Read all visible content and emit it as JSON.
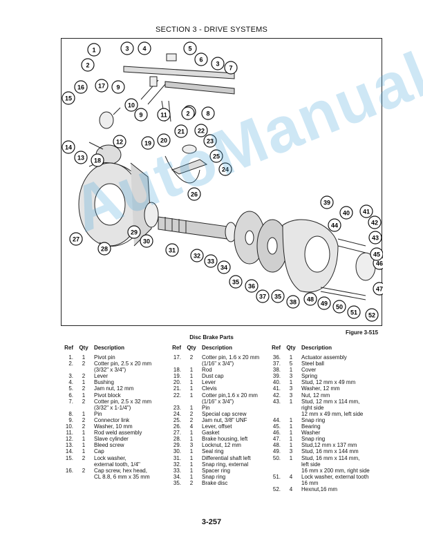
{
  "header": {
    "section": "SECTION 3 - DRIVE SYSTEMS"
  },
  "figure": {
    "label": "Figure 3-515",
    "callouts": [
      "1",
      "2",
      "3",
      "4",
      "5",
      "6",
      "3",
      "7",
      "2",
      "16",
      "17",
      "9",
      "15",
      "10",
      "9",
      "11",
      "2",
      "8",
      "14",
      "13",
      "18",
      "12",
      "19",
      "20",
      "21",
      "22",
      "23",
      "25",
      "24",
      "26",
      "39",
      "40",
      "41",
      "42",
      "43",
      "44",
      "46",
      "45",
      "47",
      "27",
      "28",
      "29",
      "30",
      "31",
      "32",
      "33",
      "34",
      "35",
      "36",
      "37",
      "35",
      "38",
      "48",
      "49",
      "50",
      "51",
      "52"
    ]
  },
  "watermark": "AutoManual",
  "table": {
    "title": "Disc Brake Parts",
    "headers": {
      "ref": "Ref",
      "qty": "Qty",
      "desc": "Description"
    },
    "col1": [
      {
        "ref": "1.",
        "qty": "1",
        "desc": "Pivot pin"
      },
      {
        "ref": "2.",
        "qty": "2",
        "desc": "Cotter pin, 2.5 x 20 mm"
      },
      {
        "ref": "",
        "qty": "",
        "desc": "(3/32\" x 3/4\")"
      },
      {
        "ref": "3.",
        "qty": "2",
        "desc": "Lever"
      },
      {
        "ref": "4.",
        "qty": "1",
        "desc": "Bushing"
      },
      {
        "ref": "5.",
        "qty": "2",
        "desc": "Jam nut, 12 mm"
      },
      {
        "ref": "6.",
        "qty": "1",
        "desc": "Pivot block"
      },
      {
        "ref": "7.",
        "qty": "2",
        "desc": "Cotter pin, 2.5 x 32 mm"
      },
      {
        "ref": "",
        "qty": "",
        "desc": "(3/32\" x 1-1/4\")"
      },
      {
        "ref": "8.",
        "qty": "1",
        "desc": "Pin"
      },
      {
        "ref": "9.",
        "qty": "2",
        "desc": "Connector link"
      },
      {
        "ref": "10.",
        "qty": "2",
        "desc": "Washer, 10 mm"
      },
      {
        "ref": "11.",
        "qty": "1",
        "desc": "Rod weld assembly"
      },
      {
        "ref": "12.",
        "qty": "1",
        "desc": "Slave cylinder"
      },
      {
        "ref": "13.",
        "qty": "1",
        "desc": "Bleed screw"
      },
      {
        "ref": "14.",
        "qty": "1",
        "desc": "Cap"
      },
      {
        "ref": "15.",
        "qty": "2",
        "desc": "Lock washer,"
      },
      {
        "ref": "",
        "qty": "",
        "desc": "external tooth, 1/4\""
      },
      {
        "ref": "16.",
        "qty": "2",
        "desc": "Cap screw, hex head,"
      },
      {
        "ref": "",
        "qty": "",
        "desc": "CL 8.8, 6 mm x 35 mm"
      }
    ],
    "col2": [
      {
        "ref": "17.",
        "qty": "2",
        "desc": "Cotter pin, 1.6 x 20 mm"
      },
      {
        "ref": "",
        "qty": "",
        "desc": "(1/16\" x 3/4\")"
      },
      {
        "ref": "18.",
        "qty": "1",
        "desc": "Rod"
      },
      {
        "ref": "19.",
        "qty": "1",
        "desc": "Dust cap"
      },
      {
        "ref": "20.",
        "qty": "1",
        "desc": "Lever"
      },
      {
        "ref": "21.",
        "qty": "1",
        "desc": "Clevis"
      },
      {
        "ref": "22.",
        "qty": "1",
        "desc": "Cotter pin,1.6 x 20 mm"
      },
      {
        "ref": "",
        "qty": "",
        "desc": "(1/16\" x 3/4\")"
      },
      {
        "ref": "23.",
        "qty": "1",
        "desc": "Pin"
      },
      {
        "ref": "24.",
        "qty": "2",
        "desc": "Special cap screw"
      },
      {
        "ref": "25.",
        "qty": "2",
        "desc": "Jam nut, 3/8\" UNF"
      },
      {
        "ref": "26.",
        "qty": "4",
        "desc": "Lever, offset"
      },
      {
        "ref": "27.",
        "qty": "1",
        "desc": "Gasket"
      },
      {
        "ref": "28.",
        "qty": "1",
        "desc": "Brake housing, left"
      },
      {
        "ref": "29.",
        "qty": "3",
        "desc": "Locknut, 12 mm"
      },
      {
        "ref": "30.",
        "qty": "1",
        "desc": "Seal ring"
      },
      {
        "ref": "31.",
        "qty": "1",
        "desc": "Differential shaft left"
      },
      {
        "ref": "32.",
        "qty": "1",
        "desc": "Snap ring, external"
      },
      {
        "ref": "33.",
        "qty": "1",
        "desc": "Spacer ring"
      },
      {
        "ref": "34.",
        "qty": "1",
        "desc": "Snap ring"
      },
      {
        "ref": "35.",
        "qty": "2",
        "desc": "Brake disc"
      }
    ],
    "col3": [
      {
        "ref": "36.",
        "qty": "1",
        "desc": "Actuator assembly"
      },
      {
        "ref": "37.",
        "qty": "5",
        "desc": "Steel ball"
      },
      {
        "ref": "38.",
        "qty": "1",
        "desc": "Cover"
      },
      {
        "ref": "39.",
        "qty": "3",
        "desc": "Spring"
      },
      {
        "ref": "40.",
        "qty": "1",
        "desc": "Stud, 12 mm x 49 mm"
      },
      {
        "ref": "41.",
        "qty": "3",
        "desc": "Washer, 12 mm"
      },
      {
        "ref": "42.",
        "qty": "3",
        "desc": "Nut, 12 mm"
      },
      {
        "ref": "43.",
        "qty": "1",
        "desc": "Stud, 12 mm x 114 mm,"
      },
      {
        "ref": "",
        "qty": "",
        "desc": "right side"
      },
      {
        "ref": "",
        "qty": "",
        "desc": "12 mm x 49 mm, left side"
      },
      {
        "ref": "44.",
        "qty": "1",
        "desc": "Snap ring"
      },
      {
        "ref": "45.",
        "qty": "1",
        "desc": "Bearing"
      },
      {
        "ref": "46.",
        "qty": "1",
        "desc": "Washer"
      },
      {
        "ref": "47.",
        "qty": "1",
        "desc": "Snap ring"
      },
      {
        "ref": "48.",
        "qty": "1",
        "desc": "Stud,12 mm x 137 mm"
      },
      {
        "ref": "49.",
        "qty": "3",
        "desc": "Stud, 16 mm x 144 mm"
      },
      {
        "ref": "50.",
        "qty": "1",
        "desc": "Stud, 16 mm x 114 mm,"
      },
      {
        "ref": "",
        "qty": "",
        "desc": "left side"
      },
      {
        "ref": "",
        "qty": "",
        "desc": "16 mm x 200 mm, right side"
      },
      {
        "ref": "51.",
        "qty": "4",
        "desc": "Lock washer, external tooth"
      },
      {
        "ref": "",
        "qty": "",
        "desc": "16 mm"
      },
      {
        "ref": "52.",
        "qty": "4",
        "desc": "Hexnut,16 mm"
      }
    ]
  },
  "page_number": "3-257"
}
